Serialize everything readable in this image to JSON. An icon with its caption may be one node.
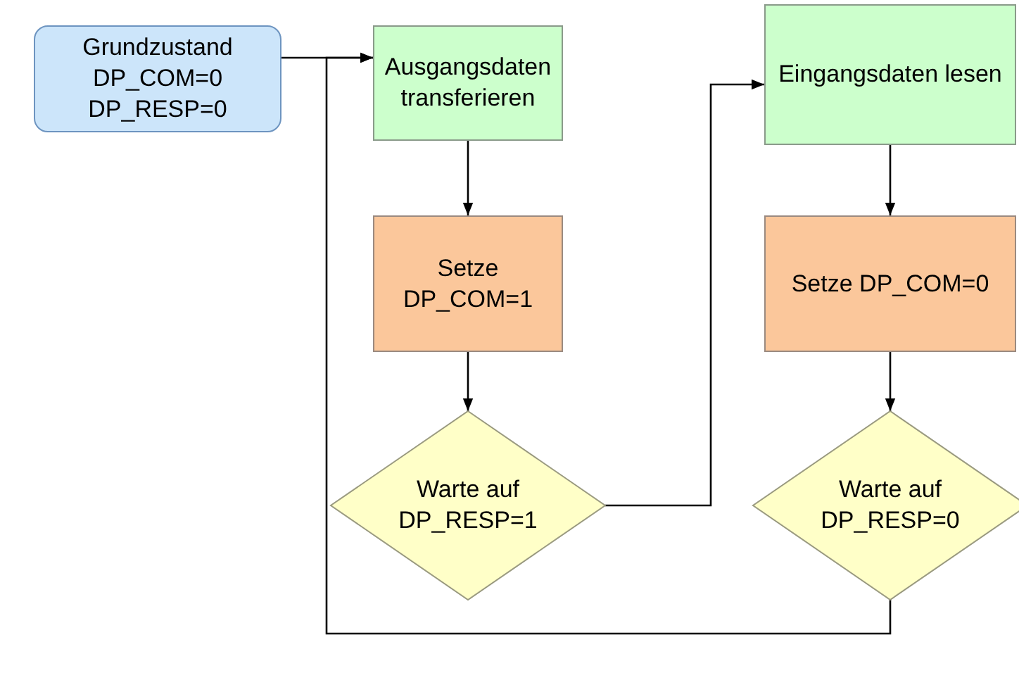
{
  "diagram": {
    "nodes": [
      {
        "text": [
          "Grundzustand DP_COM=0 DP_RESP=0"
        ]
      },
      {
        "text": [
          "Ausgangsdaten transferieren"
        ]
      },
      {
        "text": [
          "Eingangsdaten lesen"
        ]
      },
      {
        "text": [
          "Setze DP_COM=1"
        ]
      },
      {
        "text": [
          "Setze DP_COM=0"
        ]
      },
      {
        "text": [
          "Warte auf DP_RESP=1"
        ]
      },
      {
        "text": [
          "Warte auf DP_RESP=0"
        ]
      }
    ],
    "edges": [
      {
        "from": 0,
        "to": 1,
        "arrow": "to"
      },
      {
        "from": 1,
        "to": 3,
        "arrow": "to"
      },
      {
        "from": 3,
        "to": 5,
        "arrow": "to"
      },
      {
        "from": 5,
        "to": 2,
        "arrow": "to"
      },
      {
        "from": 2,
        "to": 4,
        "arrow": "to"
      },
      {
        "from": 4,
        "to": 6,
        "arrow": "to"
      },
      {
        "from": 6,
        "to": 1,
        "arrow": "to"
      }
    ]
  }
}
